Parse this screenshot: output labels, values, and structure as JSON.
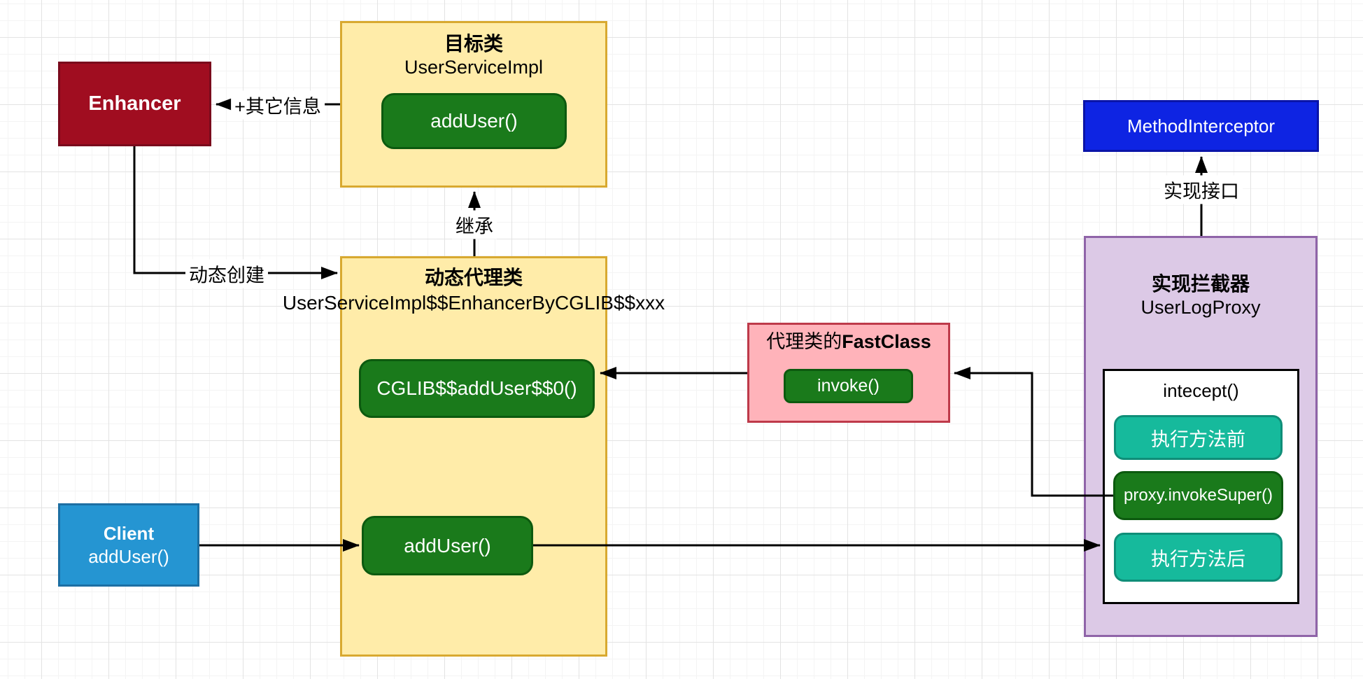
{
  "diagram": {
    "boxes": {
      "enhancer": {
        "label": "Enhancer"
      },
      "target": {
        "title": "目标类",
        "subtitle": "UserServiceImpl",
        "method": "addUser()"
      },
      "proxy": {
        "title": "动态代理类",
        "subtitle": "UserServiceImpl$$EnhancerByCGLIB$$xxx",
        "method_cglib": "CGLIB$$addUser$$0()",
        "method_adduser": "addUser()"
      },
      "client": {
        "title": "Client",
        "subtitle": "addUser()"
      },
      "fastclass": {
        "title_prefix": "代理类的",
        "title_bold": "FastClass",
        "method": "invoke()"
      },
      "method_interceptor": {
        "label": "MethodInterceptor"
      },
      "interceptor": {
        "title": "实现拦截器",
        "subtitle": "UserLogProxy",
        "inner_title": "intecept()",
        "step_before": "执行方法前",
        "step_super": "proxy.invokeSuper()",
        "step_after": "执行方法后"
      }
    },
    "edges": {
      "other_info": "+其它信息",
      "dynamic_create": "动态创建",
      "inherit": "继承",
      "implement": "实现接口"
    },
    "colors": {
      "yellow_fill": "#FFECA9",
      "yellow_border": "#D8A930",
      "green_fill": "#1A7A1B",
      "green_border": "#0C5A0F",
      "red_fill": "#A00D20",
      "red_border": "#7A0A1C",
      "blue_fill": "#2595D2",
      "blue_border": "#1D6FA3",
      "deepblue_fill": "#0E24E3",
      "deepblue_border": "#0A14A8",
      "pink_fill": "#FFB3BA",
      "pink_border": "#BE3A4A",
      "purple_fill": "#DCC9E6",
      "purple_border": "#8F64A8",
      "teal_fill": "#16BA9C",
      "teal_border": "#0F8E78"
    }
  }
}
